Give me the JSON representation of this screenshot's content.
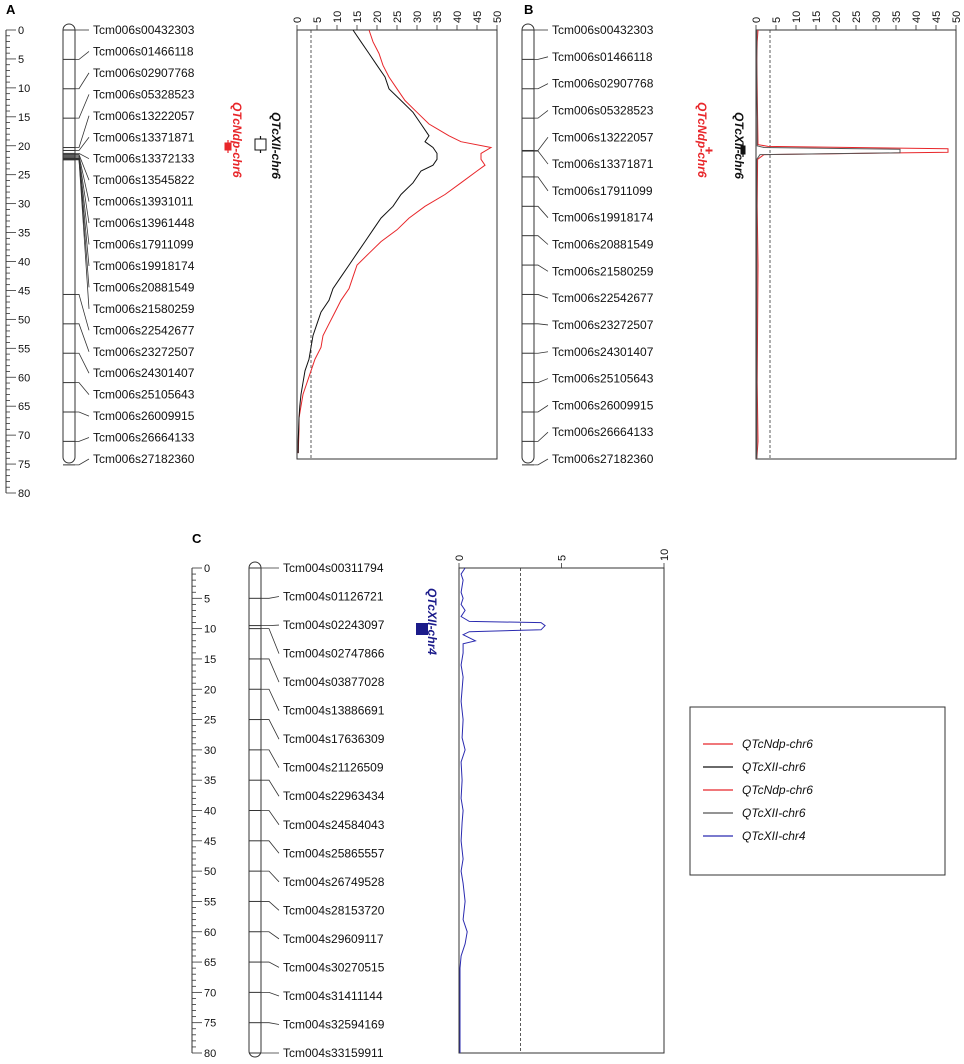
{
  "panels": {
    "A": {
      "label": "A",
      "scale_ticks": [
        "0",
        "5",
        "10",
        "15",
        "20",
        "25",
        "30",
        "35",
        "40",
        "45",
        "50",
        "55",
        "60",
        "65",
        "70",
        "75",
        "80"
      ],
      "markers": [
        {
          "name": "Tcm006s00432303",
          "pos": 0
        },
        {
          "name": "Tcm006s01466118",
          "pos": 5
        },
        {
          "name": "Tcm006s02907768",
          "pos": 10
        },
        {
          "name": "Tcm006s05328523",
          "pos": 15
        },
        {
          "name": "Tcm006s13222057",
          "pos": 20
        },
        {
          "name": "Tcm006s13371871",
          "pos": 20.5
        },
        {
          "name": "Tcm006s13372133",
          "pos": 21
        },
        {
          "name": "Tcm006s13545822",
          "pos": 21.2
        },
        {
          "name": "Tcm006s13931011",
          "pos": 21.4
        },
        {
          "name": "Tcm006s13961448",
          "pos": 21.6
        },
        {
          "name": "Tcm006s17911099",
          "pos": 21.8
        },
        {
          "name": "Tcm006s19918174",
          "pos": 21.9
        },
        {
          "name": "Tcm006s20881549",
          "pos": 22
        },
        {
          "name": "Tcm006s21580259",
          "pos": 22.1
        },
        {
          "name": "Tcm006s22542677",
          "pos": 45
        },
        {
          "name": "Tcm006s23272507",
          "pos": 50
        },
        {
          "name": "Tcm006s24301407",
          "pos": 55
        },
        {
          "name": "Tcm006s25105643",
          "pos": 60
        },
        {
          "name": "Tcm006s26009915",
          "pos": 65
        },
        {
          "name": "Tcm006s26664133",
          "pos": 70
        },
        {
          "name": "Tcm006s27182360",
          "pos": 74
        }
      ],
      "qtl_labels": [
        {
          "text": "QTcNdp-chr6",
          "color": "#e8262a"
        },
        {
          "text": "QTcXII-chr6",
          "color": "#111111"
        }
      ]
    },
    "B": {
      "label": "B",
      "markers": [
        {
          "name": "Tcm006s00432303",
          "pos": 0
        },
        {
          "name": "Tcm006s01466118",
          "pos": 5
        },
        {
          "name": "Tcm006s02907768",
          "pos": 10
        },
        {
          "name": "Tcm006s05328523",
          "pos": 15
        },
        {
          "name": "Tcm006s13222057",
          "pos": 20.5
        },
        {
          "name": "Tcm006s13371871",
          "pos": 20.6
        },
        {
          "name": "Tcm006s17911099",
          "pos": 25
        },
        {
          "name": "Tcm006s19918174",
          "pos": 30
        },
        {
          "name": "Tcm006s20881549",
          "pos": 35
        },
        {
          "name": "Tcm006s21580259",
          "pos": 40
        },
        {
          "name": "Tcm006s22542677",
          "pos": 45
        },
        {
          "name": "Tcm006s23272507",
          "pos": 50
        },
        {
          "name": "Tcm006s24301407",
          "pos": 55
        },
        {
          "name": "Tcm006s25105643",
          "pos": 60
        },
        {
          "name": "Tcm006s26009915",
          "pos": 65
        },
        {
          "name": "Tcm006s26664133",
          "pos": 70
        },
        {
          "name": "Tcm006s27182360",
          "pos": 74
        }
      ],
      "qtl_labels": [
        {
          "text": "QTcNdp-chr6",
          "color": "#e8262a"
        },
        {
          "text": "QTcXII-chr6",
          "color": "#111111"
        }
      ]
    },
    "C": {
      "label": "C",
      "scale_ticks": [
        "0",
        "5",
        "10",
        "15",
        "20",
        "25",
        "30",
        "35",
        "40",
        "45",
        "50",
        "55",
        "60",
        "65",
        "70",
        "75",
        "80"
      ],
      "markers": [
        {
          "name": "Tcm004s00311794",
          "pos": 0
        },
        {
          "name": "Tcm004s01126721",
          "pos": 5
        },
        {
          "name": "Tcm004s02243097",
          "pos": 9.5
        },
        {
          "name": "Tcm004s02747866",
          "pos": 10
        },
        {
          "name": "Tcm004s03877028",
          "pos": 15
        },
        {
          "name": "Tcm004s13886691",
          "pos": 20
        },
        {
          "name": "Tcm004s17636309",
          "pos": 25
        },
        {
          "name": "Tcm004s21126509",
          "pos": 30
        },
        {
          "name": "Tcm004s22963434",
          "pos": 35
        },
        {
          "name": "Tcm004s24584043",
          "pos": 40
        },
        {
          "name": "Tcm004s25865557",
          "pos": 45
        },
        {
          "name": "Tcm004s26749528",
          "pos": 50
        },
        {
          "name": "Tcm004s28153720",
          "pos": 55
        },
        {
          "name": "Tcm004s29609117",
          "pos": 60
        },
        {
          "name": "Tcm004s30270515",
          "pos": 65
        },
        {
          "name": "Tcm004s31411144",
          "pos": 70
        },
        {
          "name": "Tcm004s32594169",
          "pos": 75
        },
        {
          "name": "Tcm004s33159911",
          "pos": 80
        }
      ],
      "qtl_labels": [
        {
          "text": "QTcXII-chr4",
          "color": "#1b1b8a"
        }
      ]
    }
  },
  "legend": [
    {
      "label": "QTcNdp-chr6",
      "color": "#e8262a"
    },
    {
      "label": "QTcXII-chr6",
      "color": "#111111"
    },
    {
      "label": "QTcNdp-chr6",
      "color": "#e8262a"
    },
    {
      "label": "QTcXII-chr6",
      "color": "#555555"
    },
    {
      "label": "QTcXII-chr4",
      "color": "#2b2bb0"
    }
  ],
  "chart_data": [
    {
      "type": "line",
      "panel": "A",
      "xlabel": "",
      "ylabel": "",
      "xlim": [
        0,
        50
      ],
      "xticks": [
        "0",
        "5",
        "10",
        "15",
        "20",
        "25",
        "30",
        "35",
        "40",
        "45",
        "50"
      ],
      "ylim": [
        0,
        73
      ],
      "threshold": 3.5,
      "series": [
        {
          "color": "#e8262a",
          "points": [
            [
              0,
              18
            ],
            [
              2,
              19
            ],
            [
              4,
              20.5
            ],
            [
              6,
              21.5
            ],
            [
              8,
              23
            ],
            [
              10,
              25
            ],
            [
              12,
              27
            ],
            [
              14,
              30
            ],
            [
              16,
              33
            ],
            [
              18,
              38
            ],
            [
              19,
              41
            ],
            [
              20,
              48.5
            ],
            [
              21,
              46
            ],
            [
              22,
              46
            ],
            [
              23,
              47
            ],
            [
              24,
              45
            ],
            [
              26,
              41
            ],
            [
              28,
              37
            ],
            [
              30,
              32
            ],
            [
              32,
              28
            ],
            [
              34,
              25
            ],
            [
              36,
              21
            ],
            [
              38,
              18
            ],
            [
              40,
              15
            ],
            [
              42,
              14
            ],
            [
              44,
              13
            ],
            [
              46,
              11
            ],
            [
              48,
              9.5
            ],
            [
              50,
              8
            ],
            [
              52,
              6.5
            ],
            [
              54,
              6
            ],
            [
              56,
              4.5
            ],
            [
              58,
              3.5
            ],
            [
              60,
              2.5
            ],
            [
              62,
              1.5
            ],
            [
              64,
              1
            ],
            [
              66,
              0.5
            ],
            [
              68,
              0.5
            ],
            [
              70,
              0.4
            ],
            [
              72,
              0.3
            ]
          ]
        },
        {
          "color": "#111111",
          "points": [
            [
              0,
              14
            ],
            [
              2,
              16
            ],
            [
              4,
              18
            ],
            [
              6,
              20
            ],
            [
              8,
              22
            ],
            [
              10,
              23
            ],
            [
              12,
              26
            ],
            [
              14,
              29
            ],
            [
              16,
              31
            ],
            [
              18,
              33
            ],
            [
              19,
              32
            ],
            [
              20,
              34
            ],
            [
              21,
              35
            ],
            [
              22,
              35
            ],
            [
              23,
              34
            ],
            [
              24,
              31
            ],
            [
              26,
              29
            ],
            [
              28,
              26
            ],
            [
              30,
              24
            ],
            [
              32,
              21
            ],
            [
              34,
              19
            ],
            [
              36,
              17
            ],
            [
              38,
              15
            ],
            [
              40,
              13
            ],
            [
              42,
              11
            ],
            [
              44,
              9
            ],
            [
              46,
              8
            ],
            [
              48,
              6
            ],
            [
              50,
              5
            ],
            [
              52,
              4
            ],
            [
              54,
              3.5
            ],
            [
              56,
              3
            ],
            [
              58,
              2
            ],
            [
              60,
              1.5
            ],
            [
              62,
              1
            ],
            [
              64,
              0.7
            ],
            [
              66,
              0.5
            ],
            [
              68,
              0.4
            ],
            [
              70,
              0.3
            ],
            [
              72,
              0.3
            ]
          ]
        }
      ]
    },
    {
      "type": "line",
      "panel": "B",
      "xlabel": "",
      "ylabel": "",
      "xlim": [
        0,
        50
      ],
      "xticks": [
        "0",
        "5",
        "10",
        "15",
        "20",
        "25",
        "30",
        "35",
        "40",
        "45",
        "50"
      ],
      "ylim": [
        0,
        73
      ],
      "threshold": 3.5,
      "series": [
        {
          "color": "#e8262a",
          "points": [
            [
              0,
              0.5
            ],
            [
              2,
              0.3
            ],
            [
              5,
              0.2
            ],
            [
              10,
              0.3
            ],
            [
              15,
              0.4
            ],
            [
              19.5,
              0.5
            ],
            [
              19.8,
              3
            ],
            [
              20.2,
              48
            ],
            [
              20.8,
              48
            ],
            [
              21.2,
              2
            ],
            [
              22,
              0.4
            ],
            [
              30,
              0.3
            ],
            [
              40,
              0.5
            ],
            [
              50,
              0.4
            ],
            [
              60,
              0.3
            ],
            [
              70,
              0.5
            ],
            [
              73,
              0.2
            ]
          ]
        },
        {
          "color": "#555555",
          "points": [
            [
              0,
              0.2
            ],
            [
              5,
              0.2
            ],
            [
              10,
              0.2
            ],
            [
              15,
              0.3
            ],
            [
              19.7,
              0.3
            ],
            [
              20.0,
              2
            ],
            [
              20.3,
              36
            ],
            [
              20.9,
              36
            ],
            [
              21.2,
              1
            ],
            [
              22,
              0.2
            ],
            [
              40,
              0.2
            ],
            [
              73,
              0.2
            ]
          ]
        }
      ]
    },
    {
      "type": "line",
      "panel": "C",
      "xlabel": "",
      "ylabel": "",
      "xlim": [
        0,
        10
      ],
      "xticks": [
        "0",
        "5",
        "10"
      ],
      "ylim": [
        0,
        80
      ],
      "threshold": 3,
      "series": [
        {
          "color": "#2b2bb0",
          "points": [
            [
              0,
              0.3
            ],
            [
              1,
              0.1
            ],
            [
              2,
              0.2
            ],
            [
              3,
              0.15
            ],
            [
              4,
              0.1
            ],
            [
              5,
              0.2
            ],
            [
              6,
              0.1
            ],
            [
              7,
              0.3
            ],
            [
              8,
              0.1
            ],
            [
              8.8,
              0.5
            ],
            [
              9,
              4
            ],
            [
              9.5,
              4.2
            ],
            [
              10.2,
              4
            ],
            [
              10.5,
              0.5
            ],
            [
              11,
              0.2
            ],
            [
              12,
              0.8
            ],
            [
              12.5,
              0.2
            ],
            [
              14,
              0.2
            ],
            [
              16,
              0.1
            ],
            [
              18,
              0.2
            ],
            [
              20,
              0.15
            ],
            [
              22,
              0.1
            ],
            [
              25,
              0.2
            ],
            [
              28,
              0.15
            ],
            [
              30,
              0.3
            ],
            [
              32,
              0.1
            ],
            [
              35,
              0.15
            ],
            [
              38,
              0.1
            ],
            [
              40,
              0.2
            ],
            [
              42,
              0.15
            ],
            [
              45,
              0.1
            ],
            [
              48,
              0.2
            ],
            [
              50,
              0.1
            ],
            [
              52,
              0.2
            ],
            [
              55,
              0.3
            ],
            [
              58,
              0.2
            ],
            [
              60,
              0.4
            ],
            [
              62,
              0.3
            ],
            [
              64,
              0.1
            ],
            [
              66,
              0.05
            ],
            [
              70,
              0.05
            ],
            [
              75,
              0.05
            ],
            [
              80,
              0.05
            ]
          ]
        }
      ]
    }
  ]
}
